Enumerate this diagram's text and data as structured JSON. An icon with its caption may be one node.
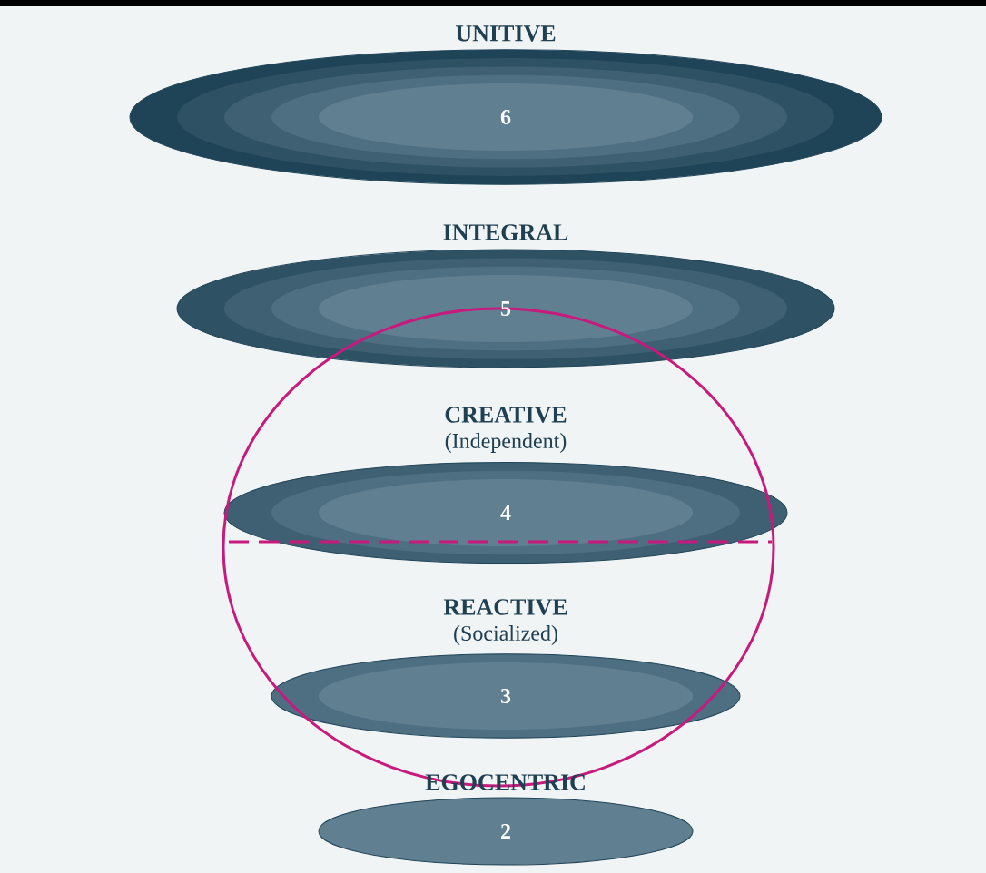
{
  "diagram": {
    "nodes": [
      {
        "text": [
          "UNITIVE",
          "6"
        ]
      },
      {
        "text": [
          "INTEGRAL",
          "5"
        ]
      },
      {
        "text": [
          "CREATIVE",
          "(Independent)",
          "4"
        ]
      },
      {
        "text": [
          "REACTIVE",
          "(Socialized)",
          "3"
        ]
      },
      {
        "text": [
          "EGOCENTRIC",
          "2"
        ]
      }
    ]
  }
}
